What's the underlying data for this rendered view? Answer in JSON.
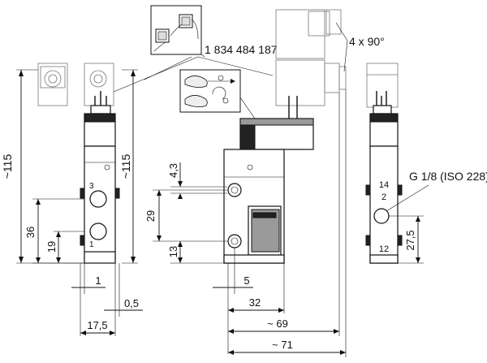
{
  "part_number": "1 834 484 187",
  "rotation_note": "4 x 90°",
  "port_thread": "G 1/8 (ISO 228)",
  "port_labels": {
    "p3": "3",
    "p1": "1",
    "p14": "14",
    "p2": "2",
    "p12": "12"
  },
  "dimensions": {
    "height_left": "~115",
    "height_mid": "~115",
    "d36": "36",
    "d19": "19",
    "d1": "1",
    "d05": "0,5",
    "d175": "17,5",
    "d43": "4,3",
    "d29": "29",
    "d13": "13",
    "d5": "5",
    "d32": "32",
    "d69": "~ 69",
    "d71": "~ 71",
    "d275": "27,5"
  },
  "icons": [
    "connector-plug-icon",
    "manual-override-icon"
  ]
}
